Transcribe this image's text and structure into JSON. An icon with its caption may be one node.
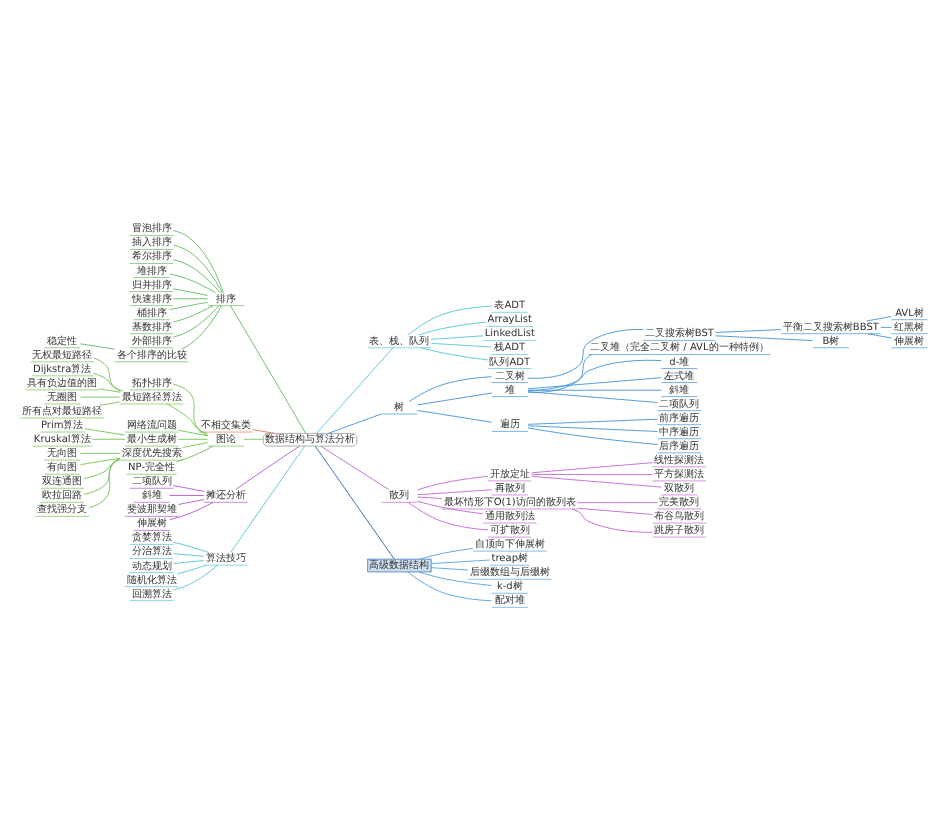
{
  "diagram": {
    "nodes": [
      {
        "text": [
          "数据结构与算法分析"
        ]
      },
      {
        "text": [
          "排序"
        ]
      },
      {
        "text": [
          "冒泡排序"
        ]
      },
      {
        "text": [
          "插入排序"
        ]
      },
      {
        "text": [
          "希尔排序"
        ]
      },
      {
        "text": [
          "堆排序"
        ]
      },
      {
        "text": [
          "归并排序"
        ]
      },
      {
        "text": [
          "快速排序"
        ]
      },
      {
        "text": [
          "桶排序"
        ]
      },
      {
        "text": [
          "基数排序"
        ]
      },
      {
        "text": [
          "外部排序"
        ]
      },
      {
        "text": [
          "各个排序的比较"
        ]
      },
      {
        "text": [
          "稳定性"
        ]
      },
      {
        "text": [
          "不相交集类"
        ]
      },
      {
        "text": [
          "图论"
        ]
      },
      {
        "text": [
          "拓扑排序"
        ]
      },
      {
        "text": [
          "最短路径算法"
        ]
      },
      {
        "text": [
          "无权最短路径"
        ]
      },
      {
        "text": [
          "Dijkstra算法"
        ]
      },
      {
        "text": [
          "具有负边值的图"
        ]
      },
      {
        "text": [
          "无圈图"
        ]
      },
      {
        "text": [
          "所有点对最短路径"
        ]
      },
      {
        "text": [
          "网络流问题"
        ]
      },
      {
        "text": [
          "最小生成树"
        ]
      },
      {
        "text": [
          "Prim算法"
        ]
      },
      {
        "text": [
          "Kruskal算法"
        ]
      },
      {
        "text": [
          "深度优先搜索"
        ]
      },
      {
        "text": [
          "无向图"
        ]
      },
      {
        "text": [
          "有向图"
        ]
      },
      {
        "text": [
          "双连通图"
        ]
      },
      {
        "text": [
          "欧拉回路"
        ]
      },
      {
        "text": [
          "查找强分支"
        ]
      },
      {
        "text": [
          "NP-完全性"
        ]
      },
      {
        "text": [
          "摊还分析"
        ]
      },
      {
        "text": [
          "二项队列"
        ]
      },
      {
        "text": [
          "斜堆"
        ]
      },
      {
        "text": [
          "斐波那契堆"
        ]
      },
      {
        "text": [
          "伸展树"
        ]
      },
      {
        "text": [
          "算法技巧"
        ]
      },
      {
        "text": [
          "贪婪算法"
        ]
      },
      {
        "text": [
          "分治算法"
        ]
      },
      {
        "text": [
          "动态规划"
        ]
      },
      {
        "text": [
          "随机化算法"
        ]
      },
      {
        "text": [
          "回溯算法"
        ]
      },
      {
        "text": [
          "表、栈、队列"
        ]
      },
      {
        "text": [
          "表ADT"
        ]
      },
      {
        "text": [
          "ArrayList"
        ]
      },
      {
        "text": [
          "LinkedList"
        ]
      },
      {
        "text": [
          "栈ADT"
        ]
      },
      {
        "text": [
          "队列ADT"
        ]
      },
      {
        "text": [
          "树"
        ]
      },
      {
        "text": [
          "二叉树"
        ]
      },
      {
        "text": [
          "二叉搜索树BST"
        ]
      },
      {
        "text": [
          "平衡二叉搜索树BBST"
        ]
      },
      {
        "text": [
          "AVL树"
        ]
      },
      {
        "text": [
          "红黑树"
        ]
      },
      {
        "text": [
          "伸展树"
        ]
      },
      {
        "text": [
          "B树"
        ]
      },
      {
        "text": [
          "堆"
        ]
      },
      {
        "text": [
          "二叉堆（完全二叉树 / AVL的一种特例）"
        ]
      },
      {
        "text": [
          "d-堆"
        ]
      },
      {
        "text": [
          "左式堆"
        ]
      },
      {
        "text": [
          "斜堆"
        ]
      },
      {
        "text": [
          "二项队列"
        ]
      },
      {
        "text": [
          "遍历"
        ]
      },
      {
        "text": [
          "前序遍历"
        ]
      },
      {
        "text": [
          "中序遍历"
        ]
      },
      {
        "text": [
          "后序遍历"
        ]
      },
      {
        "text": [
          "散列"
        ]
      },
      {
        "text": [
          "开放定址"
        ]
      },
      {
        "text": [
          "线性探测法"
        ]
      },
      {
        "text": [
          "平方探测法"
        ]
      },
      {
        "text": [
          "双散列"
        ]
      },
      {
        "text": [
          "再散列"
        ]
      },
      {
        "text": [
          "最坏情形下O(1)访问的散列表"
        ]
      },
      {
        "text": [
          "完美散列"
        ]
      },
      {
        "text": [
          "布谷鸟散列"
        ]
      },
      {
        "text": [
          "跳房子散列"
        ]
      },
      {
        "text": [
          "通用散列法"
        ]
      },
      {
        "text": [
          "可扩散列"
        ]
      },
      {
        "text": [
          "高级数据结构"
        ]
      },
      {
        "text": [
          "自顶向下伸展树"
        ]
      },
      {
        "text": [
          "treap树"
        ]
      },
      {
        "text": [
          "后缀数组与后缀树"
        ]
      },
      {
        "text": [
          "k-d树"
        ]
      },
      {
        "text": [
          "配对堆"
        ]
      }
    ],
    "edges": [
      {
        "from": 0,
        "to": 1,
        "arrow": "none",
        "color": "#5cb85c"
      },
      {
        "from": 1,
        "to": 2,
        "arrow": "none",
        "color": "#5cb85c"
      },
      {
        "from": 1,
        "to": 3,
        "arrow": "none",
        "color": "#5cb85c"
      },
      {
        "from": 1,
        "to": 4,
        "arrow": "none",
        "color": "#5cb85c"
      },
      {
        "from": 1,
        "to": 5,
        "arrow": "none",
        "color": "#5cb85c"
      },
      {
        "from": 1,
        "to": 6,
        "arrow": "none",
        "color": "#5cb85c"
      },
      {
        "from": 1,
        "to": 7,
        "arrow": "none",
        "color": "#5cb85c"
      },
      {
        "from": 1,
        "to": 8,
        "arrow": "none",
        "color": "#5cb85c"
      },
      {
        "from": 1,
        "to": 9,
        "arrow": "none",
        "color": "#5cb85c"
      },
      {
        "from": 1,
        "to": 10,
        "arrow": "none",
        "color": "#5cb85c"
      },
      {
        "from": 1,
        "to": 11,
        "arrow": "none",
        "color": "#5cb85c"
      },
      {
        "from": 11,
        "to": 12,
        "arrow": "none",
        "color": "#5cb85c"
      },
      {
        "from": 0,
        "to": 13,
        "arrow": "none",
        "color": "#e8735a"
      },
      {
        "from": 0,
        "to": 14,
        "arrow": "none",
        "color": "#6cc04a"
      },
      {
        "from": 14,
        "to": 15,
        "arrow": "none",
        "color": "#6cc04a"
      },
      {
        "from": 14,
        "to": 16,
        "arrow": "none",
        "color": "#6cc04a"
      },
      {
        "from": 16,
        "to": 17,
        "arrow": "none",
        "color": "#6cc04a"
      },
      {
        "from": 16,
        "to": 18,
        "arrow": "none",
        "color": "#6cc04a"
      },
      {
        "from": 16,
        "to": 19,
        "arrow": "none",
        "color": "#6cc04a"
      },
      {
        "from": 16,
        "to": 20,
        "arrow": "none",
        "color": "#6cc04a"
      },
      {
        "from": 16,
        "to": 21,
        "arrow": "none",
        "color": "#6cc04a"
      },
      {
        "from": 14,
        "to": 22,
        "arrow": "none",
        "color": "#6cc04a"
      },
      {
        "from": 14,
        "to": 23,
        "arrow": "none",
        "color": "#6cc04a"
      },
      {
        "from": 23,
        "to": 24,
        "arrow": "none",
        "color": "#6cc04a"
      },
      {
        "from": 23,
        "to": 25,
        "arrow": "none",
        "color": "#6cc04a"
      },
      {
        "from": 14,
        "to": 26,
        "arrow": "none",
        "color": "#6cc04a"
      },
      {
        "from": 26,
        "to": 27,
        "arrow": "none",
        "color": "#6cc04a"
      },
      {
        "from": 26,
        "to": 28,
        "arrow": "none",
        "color": "#6cc04a"
      },
      {
        "from": 26,
        "to": 29,
        "arrow": "none",
        "color": "#6cc04a"
      },
      {
        "from": 26,
        "to": 30,
        "arrow": "none",
        "color": "#6cc04a"
      },
      {
        "from": 26,
        "to": 31,
        "arrow": "none",
        "color": "#6cc04a"
      },
      {
        "from": 14,
        "to": 32,
        "arrow": "none",
        "color": "#6cc04a"
      },
      {
        "from": 0,
        "to": 33,
        "arrow": "none",
        "color": "#b04fd0"
      },
      {
        "from": 33,
        "to": 34,
        "arrow": "none",
        "color": "#b04fd0"
      },
      {
        "from": 33,
        "to": 35,
        "arrow": "none",
        "color": "#b04fd0"
      },
      {
        "from": 33,
        "to": 36,
        "arrow": "none",
        "color": "#b04fd0"
      },
      {
        "from": 33,
        "to": 37,
        "arrow": "none",
        "color": "#b04fd0"
      },
      {
        "from": 0,
        "to": 38,
        "arrow": "none",
        "color": "#4fc3d9"
      },
      {
        "from": 38,
        "to": 39,
        "arrow": "none",
        "color": "#4fc3d9"
      },
      {
        "from": 38,
        "to": 40,
        "arrow": "none",
        "color": "#4fc3d9"
      },
      {
        "from": 38,
        "to": 41,
        "arrow": "none",
        "color": "#4fc3d9"
      },
      {
        "from": 38,
        "to": 42,
        "arrow": "none",
        "color": "#4fc3d9"
      },
      {
        "from": 38,
        "to": 43,
        "arrow": "none",
        "color": "#4fc3d9"
      },
      {
        "from": 0,
        "to": 44,
        "arrow": "none",
        "color": "#4fc3d9"
      },
      {
        "from": 44,
        "to": 45,
        "arrow": "none",
        "color": "#4fc3d9"
      },
      {
        "from": 44,
        "to": 46,
        "arrow": "none",
        "color": "#4fc3d9"
      },
      {
        "from": 44,
        "to": 47,
        "arrow": "none",
        "color": "#4fc3d9"
      },
      {
        "from": 44,
        "to": 48,
        "arrow": "none",
        "color": "#4fc3d9"
      },
      {
        "from": 44,
        "to": 49,
        "arrow": "none",
        "color": "#4fc3d9"
      },
      {
        "from": 0,
        "to": 50,
        "arrow": "none",
        "color": "#3a8fd8"
      },
      {
        "from": 50,
        "to": 51,
        "arrow": "none",
        "color": "#3a8fd8"
      },
      {
        "from": 51,
        "to": 52,
        "arrow": "none",
        "color": "#3a8fd8"
      },
      {
        "from": 52,
        "to": 53,
        "arrow": "none",
        "color": "#3a8fd8"
      },
      {
        "from": 53,
        "to": 54,
        "arrow": "none",
        "color": "#3a8fd8"
      },
      {
        "from": 53,
        "to": 55,
        "arrow": "none",
        "color": "#3a8fd8"
      },
      {
        "from": 53,
        "to": 56,
        "arrow": "none",
        "color": "#3a8fd8"
      },
      {
        "from": 52,
        "to": 57,
        "arrow": "none",
        "color": "#3a8fd8"
      },
      {
        "from": 50,
        "to": 58,
        "arrow": "none",
        "color": "#3a8fd8"
      },
      {
        "from": 58,
        "to": 59,
        "arrow": "none",
        "color": "#3a8fd8"
      },
      {
        "from": 58,
        "to": 60,
        "arrow": "none",
        "color": "#3a8fd8"
      },
      {
        "from": 58,
        "to": 61,
        "arrow": "none",
        "color": "#3a8fd8"
      },
      {
        "from": 58,
        "to": 62,
        "arrow": "none",
        "color": "#3a8fd8"
      },
      {
        "from": 58,
        "to": 63,
        "arrow": "none",
        "color": "#3a8fd8"
      },
      {
        "from": 50,
        "to": 64,
        "arrow": "none",
        "color": "#3a8fd8"
      },
      {
        "from": 64,
        "to": 65,
        "arrow": "none",
        "color": "#3a8fd8"
      },
      {
        "from": 64,
        "to": 66,
        "arrow": "none",
        "color": "#3a8fd8"
      },
      {
        "from": 64,
        "to": 67,
        "arrow": "none",
        "color": "#3a8fd8"
      },
      {
        "from": 0,
        "to": 68,
        "arrow": "none",
        "color": "#c060d0"
      },
      {
        "from": 68,
        "to": 69,
        "arrow": "none",
        "color": "#c060d0"
      },
      {
        "from": 69,
        "to": 70,
        "arrow": "none",
        "color": "#c060d0"
      },
      {
        "from": 69,
        "to": 71,
        "arrow": "none",
        "color": "#c060d0"
      },
      {
        "from": 69,
        "to": 72,
        "arrow": "none",
        "color": "#c060d0"
      },
      {
        "from": 68,
        "to": 73,
        "arrow": "none",
        "color": "#c060d0"
      },
      {
        "from": 68,
        "to": 74,
        "arrow": "none",
        "color": "#c060d0"
      },
      {
        "from": 74,
        "to": 75,
        "arrow": "none",
        "color": "#c060d0"
      },
      {
        "from": 74,
        "to": 76,
        "arrow": "none",
        "color": "#c060d0"
      },
      {
        "from": 74,
        "to": 77,
        "arrow": "none",
        "color": "#c060d0"
      },
      {
        "from": 68,
        "to": 78,
        "arrow": "none",
        "color": "#c060d0"
      },
      {
        "from": 68,
        "to": 79,
        "arrow": "none",
        "color": "#c060d0"
      },
      {
        "from": 0,
        "to": 80,
        "arrow": "none",
        "color": "#1f5fa8"
      },
      {
        "from": 80,
        "to": 81,
        "arrow": "none",
        "color": "#4a9ee0"
      },
      {
        "from": 80,
        "to": 82,
        "arrow": "none",
        "color": "#4a9ee0"
      },
      {
        "from": 80,
        "to": 83,
        "arrow": "none",
        "color": "#4a9ee0"
      },
      {
        "from": 80,
        "to": 84,
        "arrow": "none",
        "color": "#4a9ee0"
      },
      {
        "from": 80,
        "to": 85,
        "arrow": "none",
        "color": "#4a9ee0"
      }
    ]
  }
}
